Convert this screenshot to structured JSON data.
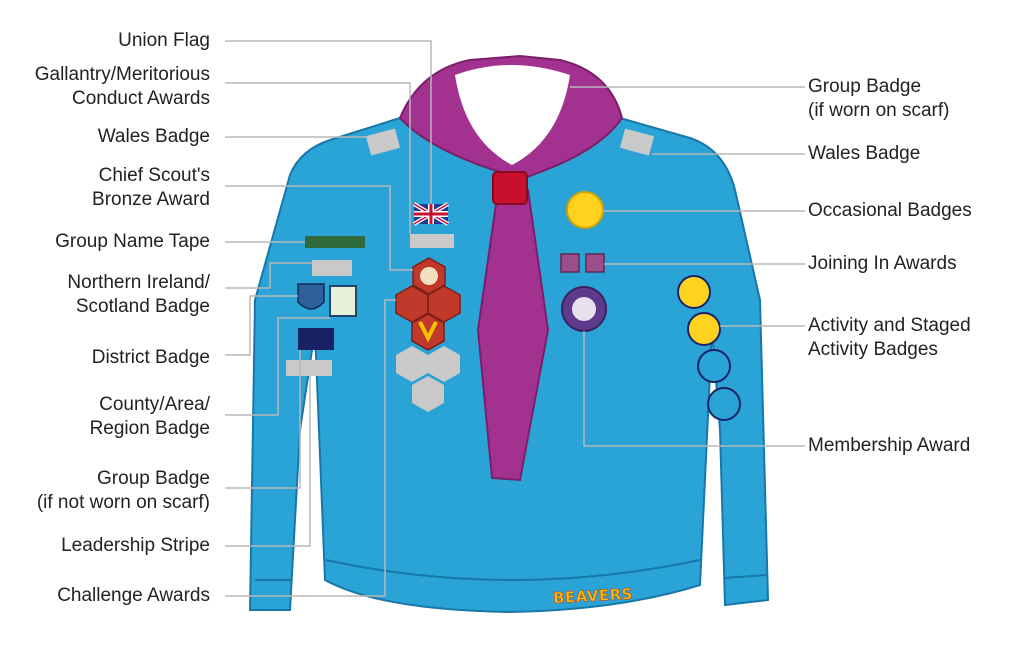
{
  "left_labels": [
    {
      "text": "Union Flag"
    },
    {
      "text": "Gallantry/Meritorious\nConduct Awards"
    },
    {
      "text": "Wales Badge"
    },
    {
      "text": "Chief Scout's\nBronze Award"
    },
    {
      "text": "Group Name Tape"
    },
    {
      "text": "Northern Ireland/\nScotland Badge"
    },
    {
      "text": "District Badge"
    },
    {
      "text": "County/Area/\nRegion Badge"
    },
    {
      "text": "Group Badge\n(if not worn on scarf)"
    },
    {
      "text": "Leadership Stripe"
    },
    {
      "text": "Challenge Awards"
    }
  ],
  "right_labels": [
    {
      "text": "Group Badge\n(if worn on scarf)"
    },
    {
      "text": "Wales Badge"
    },
    {
      "text": "Occasional Badges"
    },
    {
      "text": "Joining In Awards"
    },
    {
      "text": "Activity and Staged\nActivity Badges"
    },
    {
      "text": "Membership Award"
    }
  ],
  "brand_logo": "BEAVERS",
  "colors": {
    "jumper": "#2aa3d6",
    "jumper_shadow": "#1e8fc0",
    "scarf": "#a3318f",
    "woggle": "#c8102e",
    "badge_gray": "#c9c9c9",
    "occasional_badge": "#ffd21f",
    "line": "#b8b8b8"
  }
}
